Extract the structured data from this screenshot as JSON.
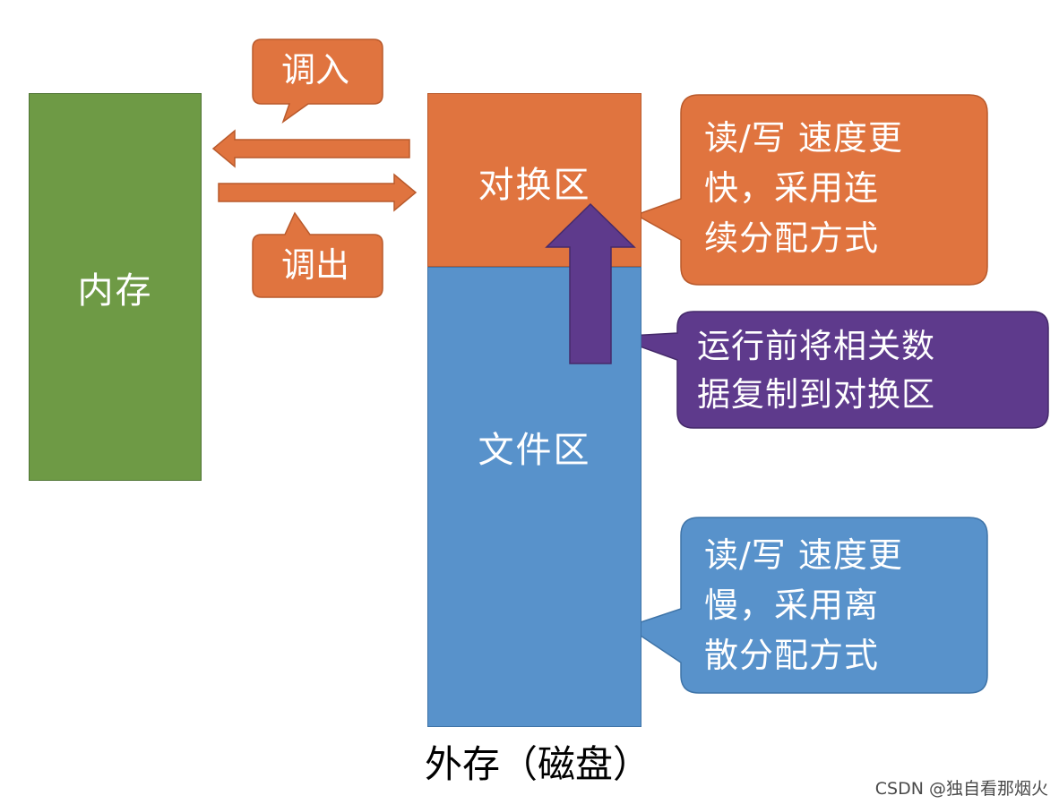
{
  "memory_label": "内存",
  "swap_label": "对换区",
  "file_label": "文件区",
  "disk_label": "外存（磁盘）",
  "swap_in_label": "调入",
  "swap_out_label": "调出",
  "swap_note_lines": [
    "读/写 速度更",
    "快，采用连",
    "续分配方式"
  ],
  "file_note_lines": [
    "读/写 速度更",
    "慢，采用离",
    "散分配方式"
  ],
  "copy_note_lines": [
    "运行前将相关数",
    "据复制到对换区"
  ],
  "watermark": "CSDN @独自看那烟火",
  "colors": {
    "memory": "#6e9a45",
    "swap": "#e0743f",
    "file": "#5892cb",
    "copy_note": "#5e3a8c"
  }
}
